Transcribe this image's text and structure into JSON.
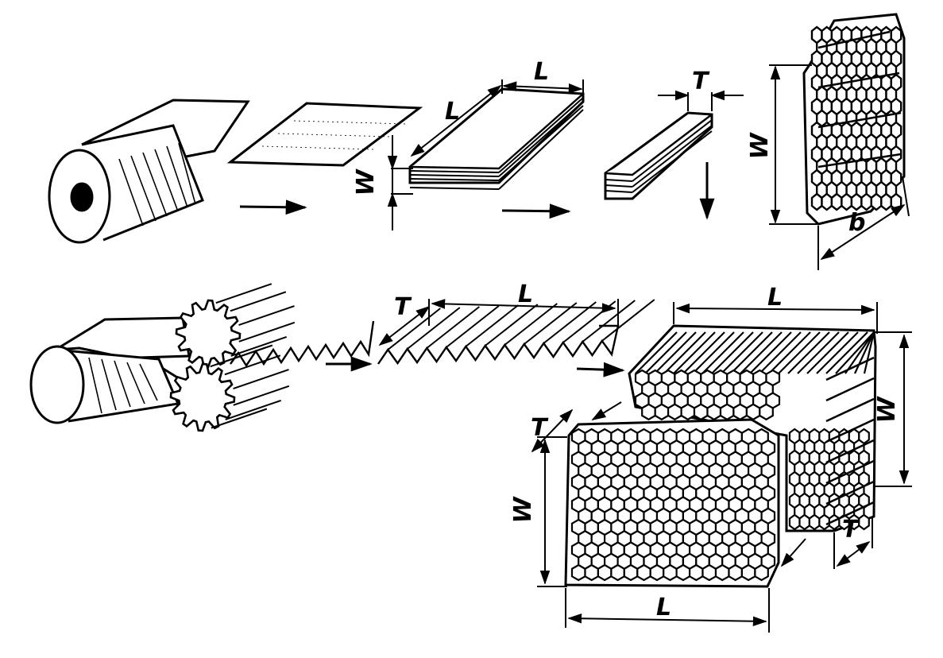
{
  "colors": {
    "ink": "#000000",
    "paper": "#ffffff"
  },
  "labels": {
    "stack_w": "W",
    "stack_l_edge": "L",
    "stack_l_top": "L",
    "strip_t": "T",
    "expanded_w": "W",
    "expanded_b": "b",
    "corrugated_t": "T",
    "corrugated_l": "L",
    "block_l_top": "L",
    "block_w_right": "W",
    "block_t_right": "T",
    "block_t_left": "T",
    "block_w_left": "W",
    "block_l_bottom": "L"
  }
}
